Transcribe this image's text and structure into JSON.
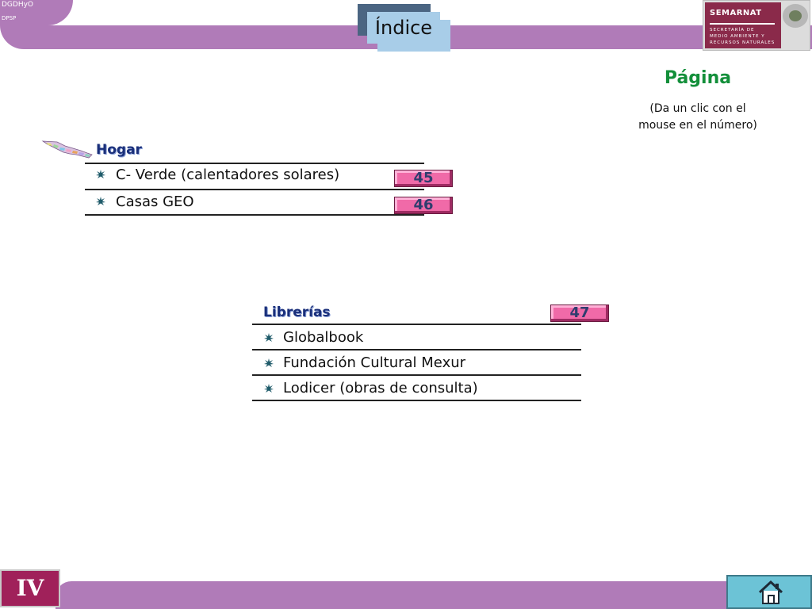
{
  "header": {
    "top_left_line1": "DGDHyO",
    "top_left_line2": "DPSP",
    "index_title": "Índice"
  },
  "logo": {
    "brand": "SEMARNAT",
    "sub_line1": "SECRETARÍA DE",
    "sub_line2": "MEDIO AMBIENTE Y",
    "sub_line3": "RECURSOS NATURALES"
  },
  "page_column": {
    "title": "Página",
    "instruction_line1": "(Da un clic con el",
    "instruction_line2": "mouse en el número)"
  },
  "sections": {
    "hogar": {
      "heading": "Hogar",
      "items": [
        {
          "label": "C- Verde (calentadores solares)",
          "page": "45"
        },
        {
          "label": "Casas GEO",
          "page": "46"
        }
      ]
    },
    "librerias": {
      "heading": "Librerías",
      "page": "47",
      "items": [
        {
          "label": "Globalbook"
        },
        {
          "label": "Fundación Cultural Mexur"
        },
        {
          "label": "Lodicer (obras de consulta)"
        }
      ]
    }
  },
  "footer": {
    "section_label": "IV",
    "home_icon": "home-icon"
  },
  "colors": {
    "band": "#b07bb8",
    "page_button": "#f06aa8",
    "heading_text": "#1a2f7a",
    "pagina_green": "#138f3a",
    "section_box": "#a0215a",
    "home_button": "#6cc3d6"
  }
}
